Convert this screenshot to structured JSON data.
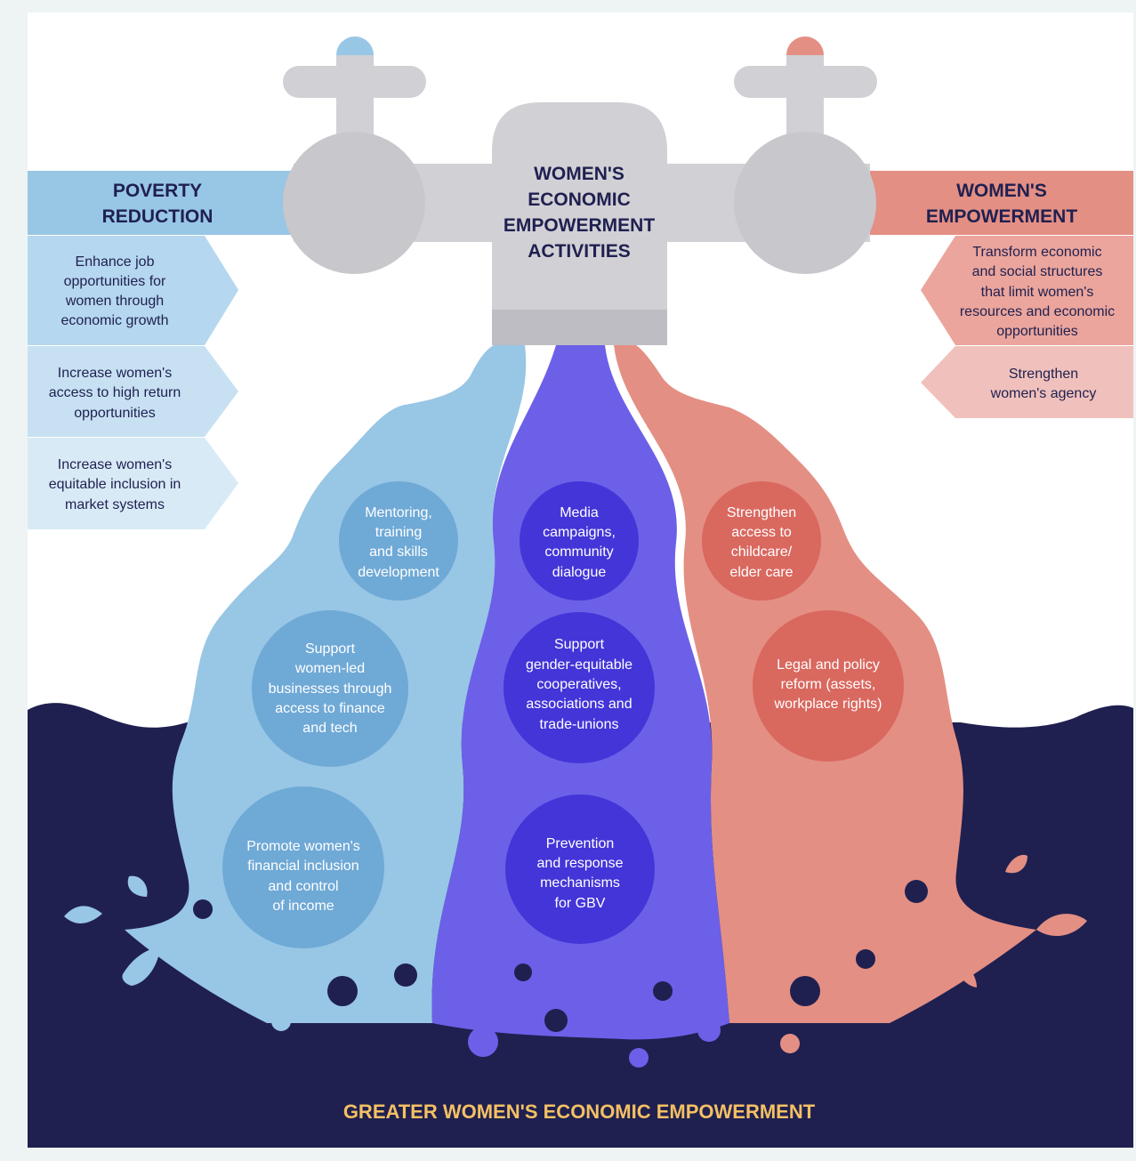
{
  "colors": {
    "frame_bg": "#eef4f4",
    "panel_bg": "#ffffff",
    "navy": "#1f2050",
    "blue_light": "#98c6e5",
    "blue_mid": "#6fa9d6",
    "purple_light": "#6c60e8",
    "purple_dark": "#4335d8",
    "coral_light": "#e48f84",
    "coral_dark": "#d9685f",
    "tap_grey": "#d1d0d5",
    "accent_yellow": "#f4c063"
  },
  "tap_center": {
    "title_lines": [
      "WOMEN'S",
      "ECONOMIC",
      "EMPOWERMENT",
      "ACTIVITIES"
    ]
  },
  "poverty_reduction": {
    "title_lines": [
      "POVERTY",
      "REDUCTION"
    ],
    "items": [
      {
        "lines": [
          "Enhance job",
          "opportunities for",
          "women through",
          "economic growth"
        ]
      },
      {
        "lines": [
          "Increase women's",
          "access to high return",
          "opportunities"
        ]
      },
      {
        "lines": [
          "Increase women's",
          "equitable inclusion in",
          "market systems"
        ]
      }
    ]
  },
  "womens_empowerment": {
    "title_lines": [
      "WOMEN'S",
      "EMPOWERMENT"
    ],
    "items": [
      {
        "lines": [
          "Transform economic",
          "and social structures",
          "that limit women's",
          "resources and economic",
          "opportunities"
        ]
      },
      {
        "lines": [
          "Strengthen",
          "women's agency"
        ]
      }
    ]
  },
  "activities": {
    "blue": [
      {
        "lines": [
          "Mentoring,",
          "training",
          "and skills",
          "development"
        ]
      },
      {
        "lines": [
          "Support",
          "women-led",
          "businesses through",
          "access to finance",
          "and tech"
        ]
      },
      {
        "lines": [
          "Promote women's",
          "financial inclusion",
          "and control",
          "of income"
        ]
      }
    ],
    "purple": [
      {
        "lines": [
          "Media",
          "campaigns,",
          "community",
          "dialogue"
        ]
      },
      {
        "lines": [
          "Support",
          "gender-equitable",
          "cooperatives,",
          "associations and",
          "trade-unions"
        ]
      },
      {
        "lines": [
          "Prevention",
          "and response",
          "mechanisms",
          "for GBV"
        ]
      }
    ],
    "coral": [
      {
        "lines": [
          "Strengthen",
          "access to",
          "childcare/",
          "elder care"
        ]
      },
      {
        "lines": [
          "Legal and policy",
          "reform (assets,",
          "workplace rights)"
        ]
      }
    ]
  },
  "footer": {
    "label": "GREATER WOMEN'S ECONOMIC EMPOWERMENT"
  }
}
